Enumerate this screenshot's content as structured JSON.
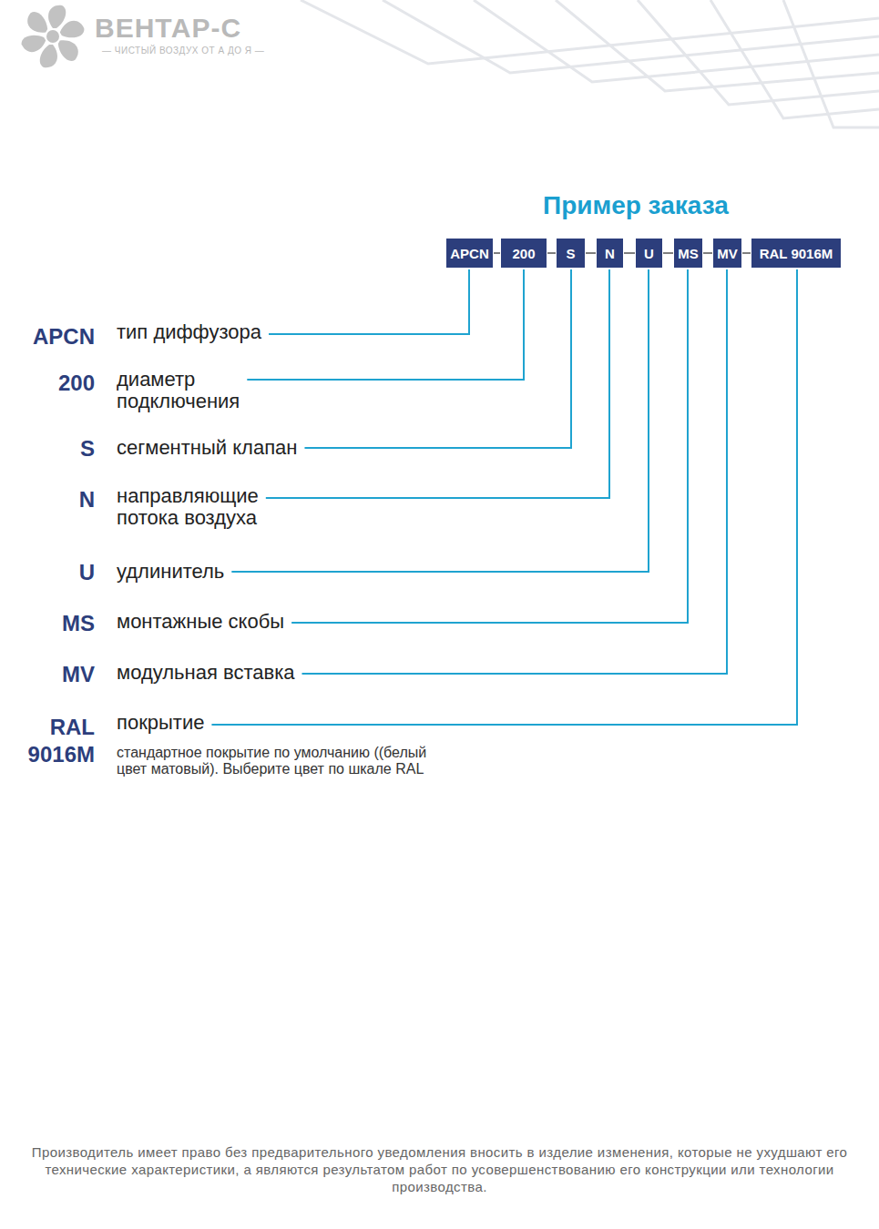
{
  "diagram": {
    "title": "Пример заказа",
    "caption": "Производитель имеет право без предварительного уведомления вносить в изделие изменения, которые не ухудшают его технические характеристики, а являются результатом работ по усовершенствованию его конструкции или технологии производства.",
    "nodes": [
      {
        "text": [
          "APCN"
        ]
      },
      {
        "text": [
          "200"
        ]
      },
      {
        "text": [
          "S"
        ]
      },
      {
        "text": [
          "N"
        ]
      },
      {
        "text": [
          "U"
        ]
      },
      {
        "text": [
          "MS"
        ]
      },
      {
        "text": [
          "MV"
        ]
      },
      {
        "text": [
          "RAL 9016M"
        ]
      }
    ],
    "edges": [
      {
        "from": 0,
        "to": 1,
        "arrow": "none"
      },
      {
        "from": 1,
        "to": 2,
        "arrow": "none"
      },
      {
        "from": 2,
        "to": 3,
        "arrow": "none"
      },
      {
        "from": 3,
        "to": 4,
        "arrow": "none"
      },
      {
        "from": 4,
        "to": 5,
        "arrow": "none"
      },
      {
        "from": 5,
        "to": 6,
        "arrow": "none"
      },
      {
        "from": 6,
        "to": 7,
        "arrow": "none"
      }
    ],
    "labels": [
      "ВЕНТАР-С",
      "— ЧИСТЫЙ ВОЗДУХ ОТ А ДО Я —",
      "APCN",
      "тип диффузора",
      "200",
      "диаметр подключения",
      "S",
      "сегментный клапан",
      "N",
      "направляющие потока воздуха",
      "U",
      "удлинитель",
      "MS",
      "монтажные скобы",
      "MV",
      "модульная вставка",
      "RAL 9016M",
      "покрытие",
      "стандартное покрытие по умолчанию ((белый цвет матовый). Выберите цвет по шкале RAL"
    ]
  }
}
